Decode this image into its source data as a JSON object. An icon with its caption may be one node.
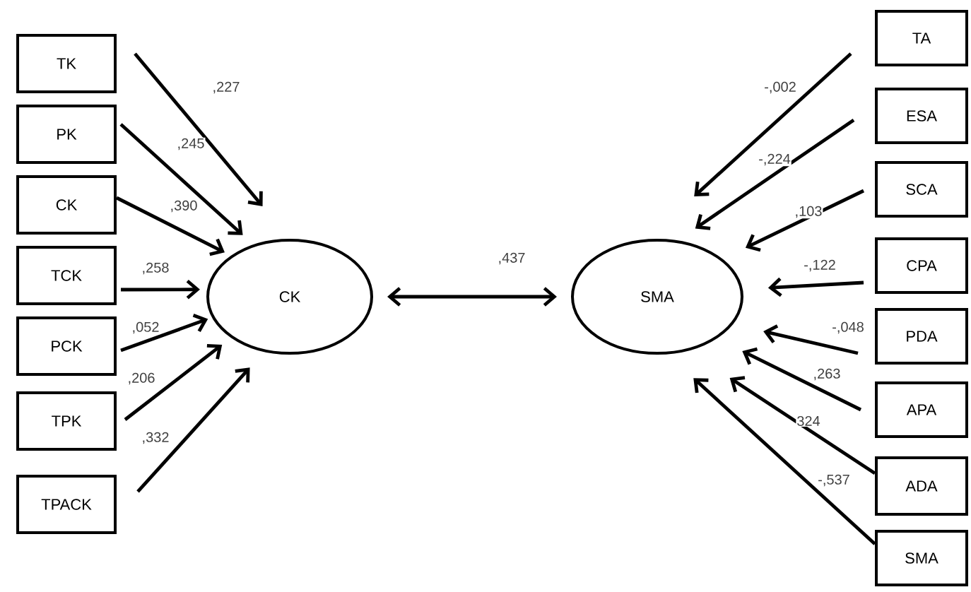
{
  "diagram": {
    "nodes": [
      {
        "text": [
          "TK"
        ]
      },
      {
        "text": [
          "PK"
        ]
      },
      {
        "text": [
          "CK"
        ]
      },
      {
        "text": [
          "TCK"
        ]
      },
      {
        "text": [
          "PCK"
        ]
      },
      {
        "text": [
          "TPK"
        ]
      },
      {
        "text": [
          "TPACK"
        ]
      },
      {
        "text": [
          "CK"
        ]
      },
      {
        "text": [
          "SMA"
        ]
      },
      {
        "text": [
          "TA"
        ]
      },
      {
        "text": [
          "ESA"
        ]
      },
      {
        "text": [
          "SCA"
        ]
      },
      {
        "text": [
          "CPA"
        ]
      },
      {
        "text": [
          "PDA"
        ]
      },
      {
        "text": [
          "APA"
        ]
      },
      {
        "text": [
          "ADA"
        ]
      },
      {
        "text": [
          "SMA"
        ]
      }
    ],
    "edges": [
      {
        "from": 0,
        "to": 7,
        "arrow": "to",
        "label": ",227"
      },
      {
        "from": 1,
        "to": 7,
        "arrow": "to",
        "label": ",245"
      },
      {
        "from": 2,
        "to": 7,
        "arrow": "to",
        "label": ",390"
      },
      {
        "from": 3,
        "to": 7,
        "arrow": "to",
        "label": ",258"
      },
      {
        "from": 4,
        "to": 7,
        "arrow": "to",
        "label": ",052"
      },
      {
        "from": 5,
        "to": 7,
        "arrow": "to",
        "label": ",206"
      },
      {
        "from": 6,
        "to": 7,
        "arrow": "to",
        "label": ",332"
      },
      {
        "from": 7,
        "to": 8,
        "arrow": "both",
        "label": ",437"
      },
      {
        "from": 9,
        "to": 8,
        "arrow": "to",
        "label": "-,002"
      },
      {
        "from": 10,
        "to": 8,
        "arrow": "to",
        "label": "-,224"
      },
      {
        "from": 11,
        "to": 8,
        "arrow": "to",
        "label": ",103"
      },
      {
        "from": 12,
        "to": 8,
        "arrow": "to",
        "label": "-,122"
      },
      {
        "from": 13,
        "to": 8,
        "arrow": "to",
        "label": "-,048"
      },
      {
        "from": 14,
        "to": 8,
        "arrow": "to",
        "label": ",263"
      },
      {
        "from": 15,
        "to": 8,
        "arrow": "to",
        "label": "324"
      },
      {
        "from": 16,
        "to": 8,
        "arrow": "to",
        "label": "-,537"
      }
    ]
  }
}
